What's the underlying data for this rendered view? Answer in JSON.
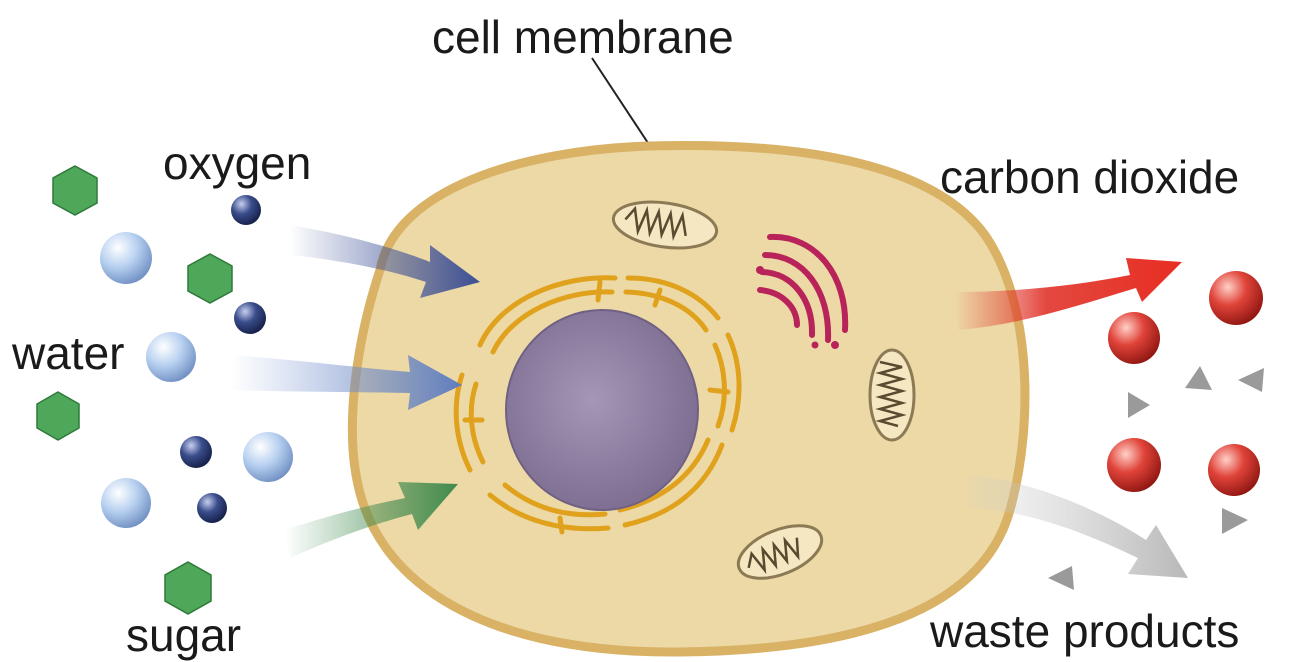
{
  "labels": {
    "cell_membrane": "cell membrane",
    "oxygen": "oxygen",
    "water": "water",
    "sugar": "sugar",
    "carbon_dioxide": "carbon dioxide",
    "waste_products": "waste products"
  },
  "colors": {
    "cytoplasm": "#ecd9a6",
    "membrane": "#d9b266",
    "nucleus": "#8e7fa1",
    "endoplasmic_reticulum": "#e0a21c",
    "golgi": "#b8245a",
    "oxygen_molecule": "#2c3f7a",
    "water_molecule": "#a9c6ea",
    "sugar_molecule": "#4fa85a",
    "carbon_dioxide_molecule": "#d63a2c",
    "waste_molecule": "#9a9a9a",
    "arrow_oxygen": "#3c4f96",
    "arrow_water": "#7f9cd4",
    "arrow_sugar": "#3f8a4e",
    "arrow_carbon_dioxide": "#e0342a",
    "arrow_waste": "#bdbdbd"
  }
}
